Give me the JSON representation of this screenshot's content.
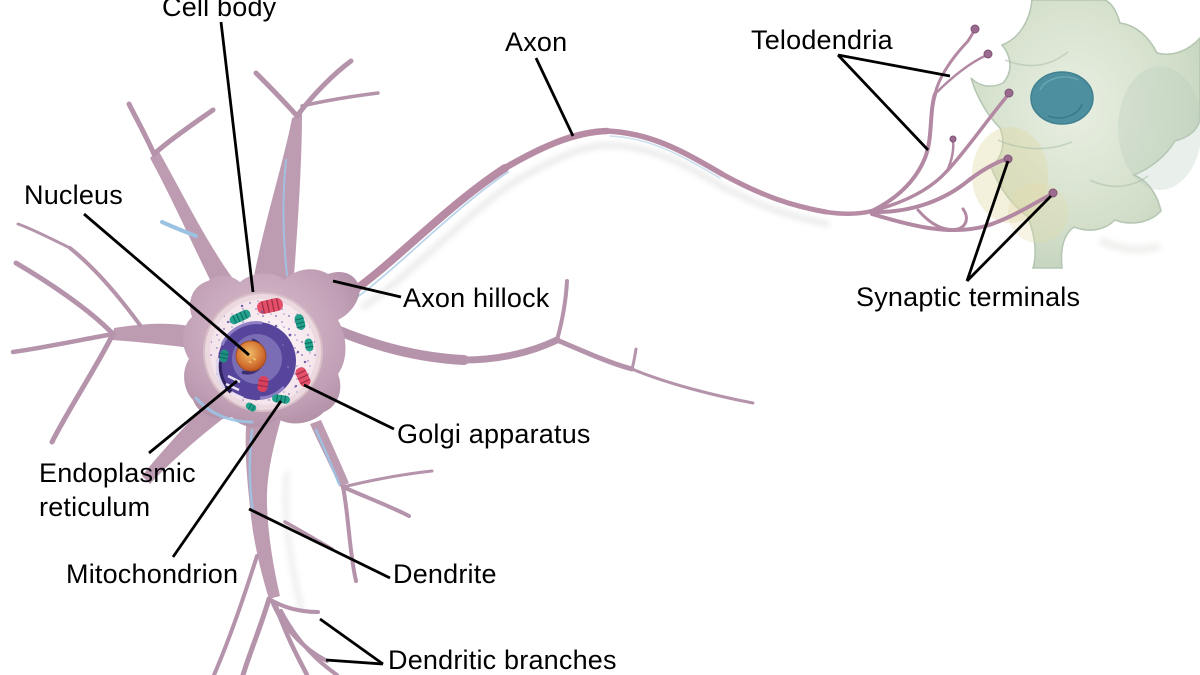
{
  "diagram": {
    "subject": "Neuron anatomy illustration",
    "labels": {
      "cell_body": "Cell body",
      "axon": "Axon",
      "telodendria": "Telodendria",
      "nucleus": "Nucleus",
      "axon_hillock": "Axon hillock",
      "synaptic_terminals": "Synaptic terminals",
      "golgi_apparatus": "Golgi apparatus",
      "endoplasmic_reticulum": "Endoplasmic\nreticulum",
      "mitochondrion": "Mitochondrion",
      "dendrite": "Dendrite",
      "dendritic_branches": "Dendritic branches"
    },
    "colors": {
      "background": "#ffffff",
      "label_text": "#000000",
      "leader_line": "#000000",
      "neuron_body": "#bd9cb2",
      "neuron_highlight": "#dfc9d6",
      "membrane_accent": "#9cc6e8",
      "cytoplasm": "#f8eef2",
      "nucleus_er": "#56459a",
      "nucleolus": "#c96a32",
      "golgi": "#e4506a",
      "mitochondrion": "#23a18c",
      "axon_fiber": "#b78ba4",
      "target_cell": "#cfdcc8",
      "target_cell_nucleus": "#4e8f9f"
    }
  }
}
